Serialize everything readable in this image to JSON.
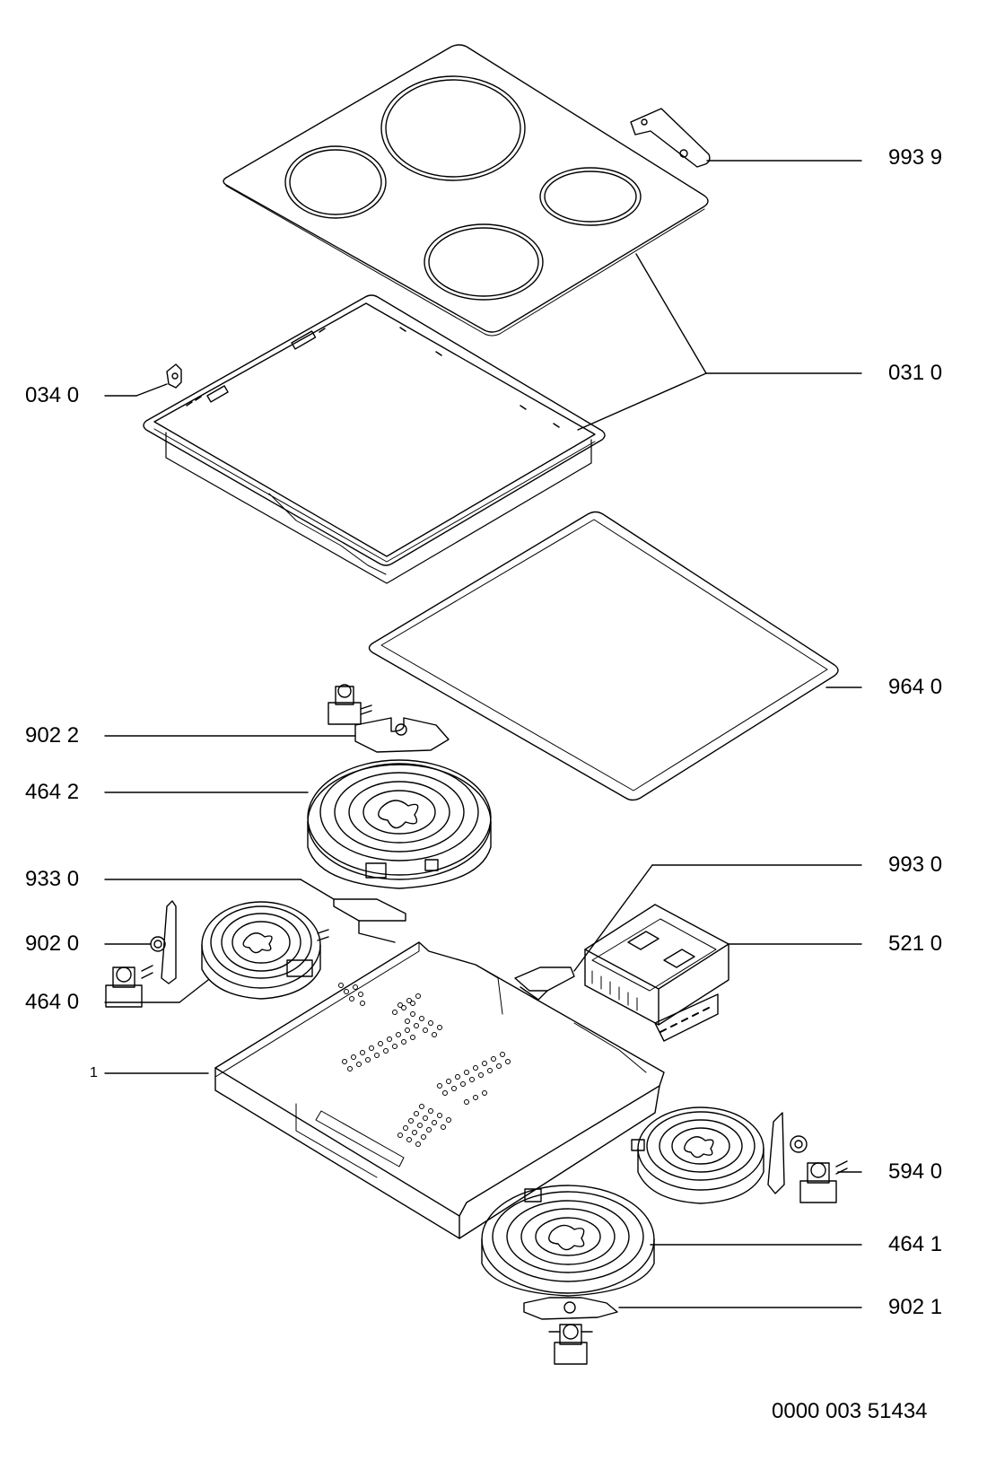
{
  "diagram": {
    "labels": {
      "l9939": "993 9",
      "l0310": "031 0",
      "l0340": "034 0",
      "l9640": "964 0",
      "l9022": "902 2",
      "l4642": "464 2",
      "l9330": "933 0",
      "l9930": "993 0",
      "l9020": "902 0",
      "l5210": "521 0",
      "l4640": "464 0",
      "l1": "1",
      "l5940": "594 0",
      "l4641": "464 1",
      "l9021": "902 1"
    },
    "document_id": "0000 003 51434"
  },
  "colors": {
    "line": "#000000",
    "background": "#ffffff"
  }
}
